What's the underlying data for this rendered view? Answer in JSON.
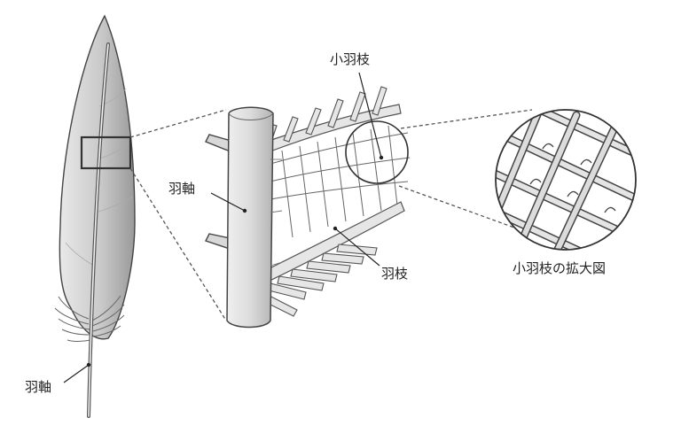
{
  "labels": {
    "rachis_feather": "羽軸",
    "rachis_detail": "羽軸",
    "barbule": "小羽枝",
    "barb": "羽枝",
    "magnified_caption": "小羽枝の拡大図"
  }
}
